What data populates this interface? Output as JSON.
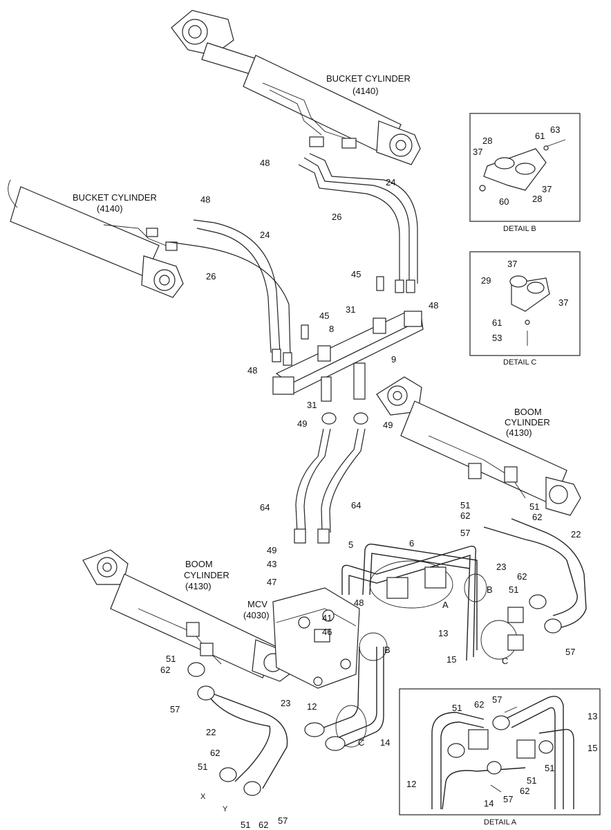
{
  "components": {
    "bucket_cylinder_top": {
      "name": "BUCKET CYLINDER",
      "code": "(4140)"
    },
    "bucket_cylinder_left": {
      "name": "BUCKET CYLINDER",
      "code": "(4140)"
    },
    "boom_cylinder_right": {
      "line1": "BOOM",
      "line2": "CYLINDER",
      "code": "(4130)"
    },
    "boom_cylinder_left": {
      "line1": "BOOM",
      "line2": "CYLINDER",
      "code": "(4130)"
    },
    "mcv": {
      "name": "MCV",
      "code": "(4030)"
    }
  },
  "details": {
    "detail_a": {
      "title": "DETAIL A",
      "labels": [
        "51",
        "62",
        "57",
        "13",
        "15",
        "51",
        "51",
        "12",
        "14",
        "57",
        "62"
      ]
    },
    "detail_b": {
      "title": "DETAIL B",
      "labels": [
        "63",
        "61",
        "28",
        "37",
        "37",
        "28",
        "60"
      ]
    },
    "detail_c": {
      "title": "DETAIL C",
      "labels": [
        "37",
        "29",
        "37",
        "61",
        "53"
      ]
    }
  },
  "callouts": [
    "48",
    "24",
    "26",
    "48",
    "24",
    "26",
    "45",
    "31",
    "48",
    "45",
    "8",
    "9",
    "48",
    "31",
    "49",
    "49",
    "64",
    "64",
    "5",
    "6",
    "49",
    "43",
    "47",
    "48",
    "41",
    "46",
    "B",
    "B",
    "A",
    "C",
    "C",
    "51",
    "62",
    "51",
    "62",
    "57",
    "23",
    "22",
    "62",
    "51",
    "51",
    "62",
    "57",
    "12",
    "14",
    "51",
    "62",
    "57",
    "13",
    "15",
    "51",
    "62",
    "57",
    "22",
    "23",
    "X",
    "Y"
  ]
}
